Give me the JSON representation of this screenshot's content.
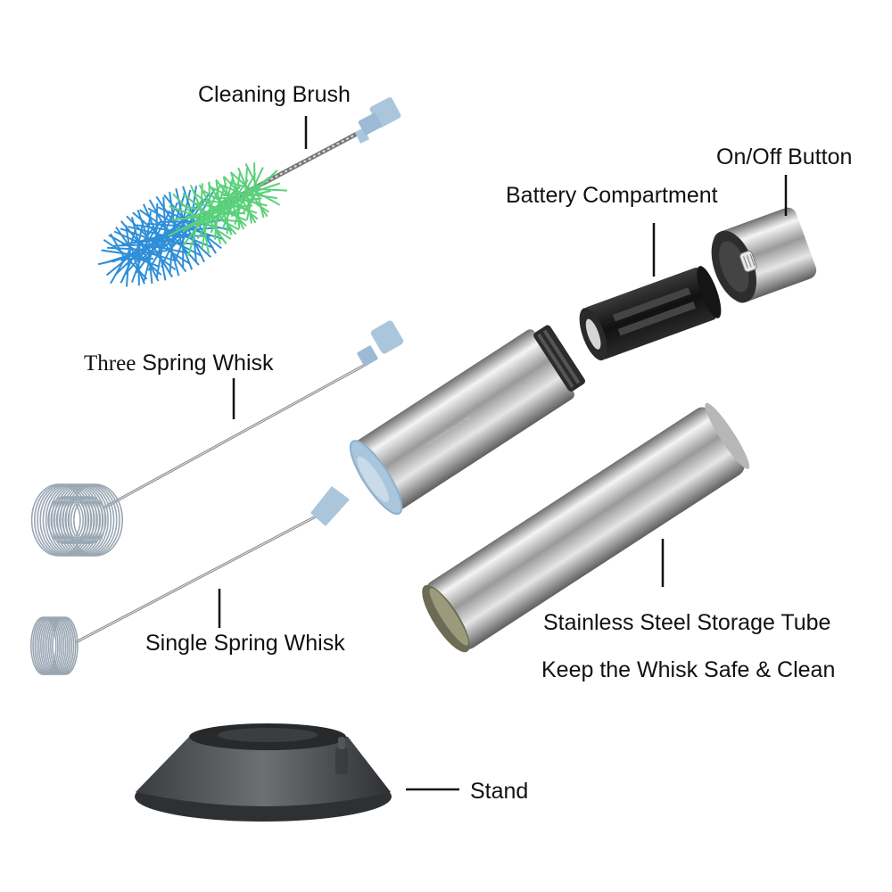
{
  "labels": {
    "cleaning_brush": "Cleaning Brush",
    "on_off_button": "On/Off Button",
    "battery_compartment": "Battery Compartment",
    "three_spring_whisk_first": "Three",
    "three_spring_whisk_rest": "Spring Whisk",
    "single_spring_whisk": "Single Spring Whisk",
    "storage_tube": "Stainless Steel Storage Tube",
    "storage_tube_caption": "Keep the Whisk Safe & Clean",
    "stand": "Stand"
  },
  "colors": {
    "steel_light": "#eeeeee",
    "steel_dark": "#7d7d7d",
    "accent_blue": "#a9c6dd",
    "brush_blue": "#2f8fd8",
    "brush_green": "#5ad17a",
    "battery_black": "#1c1c1c",
    "stand_gray": "#4a4d50"
  }
}
